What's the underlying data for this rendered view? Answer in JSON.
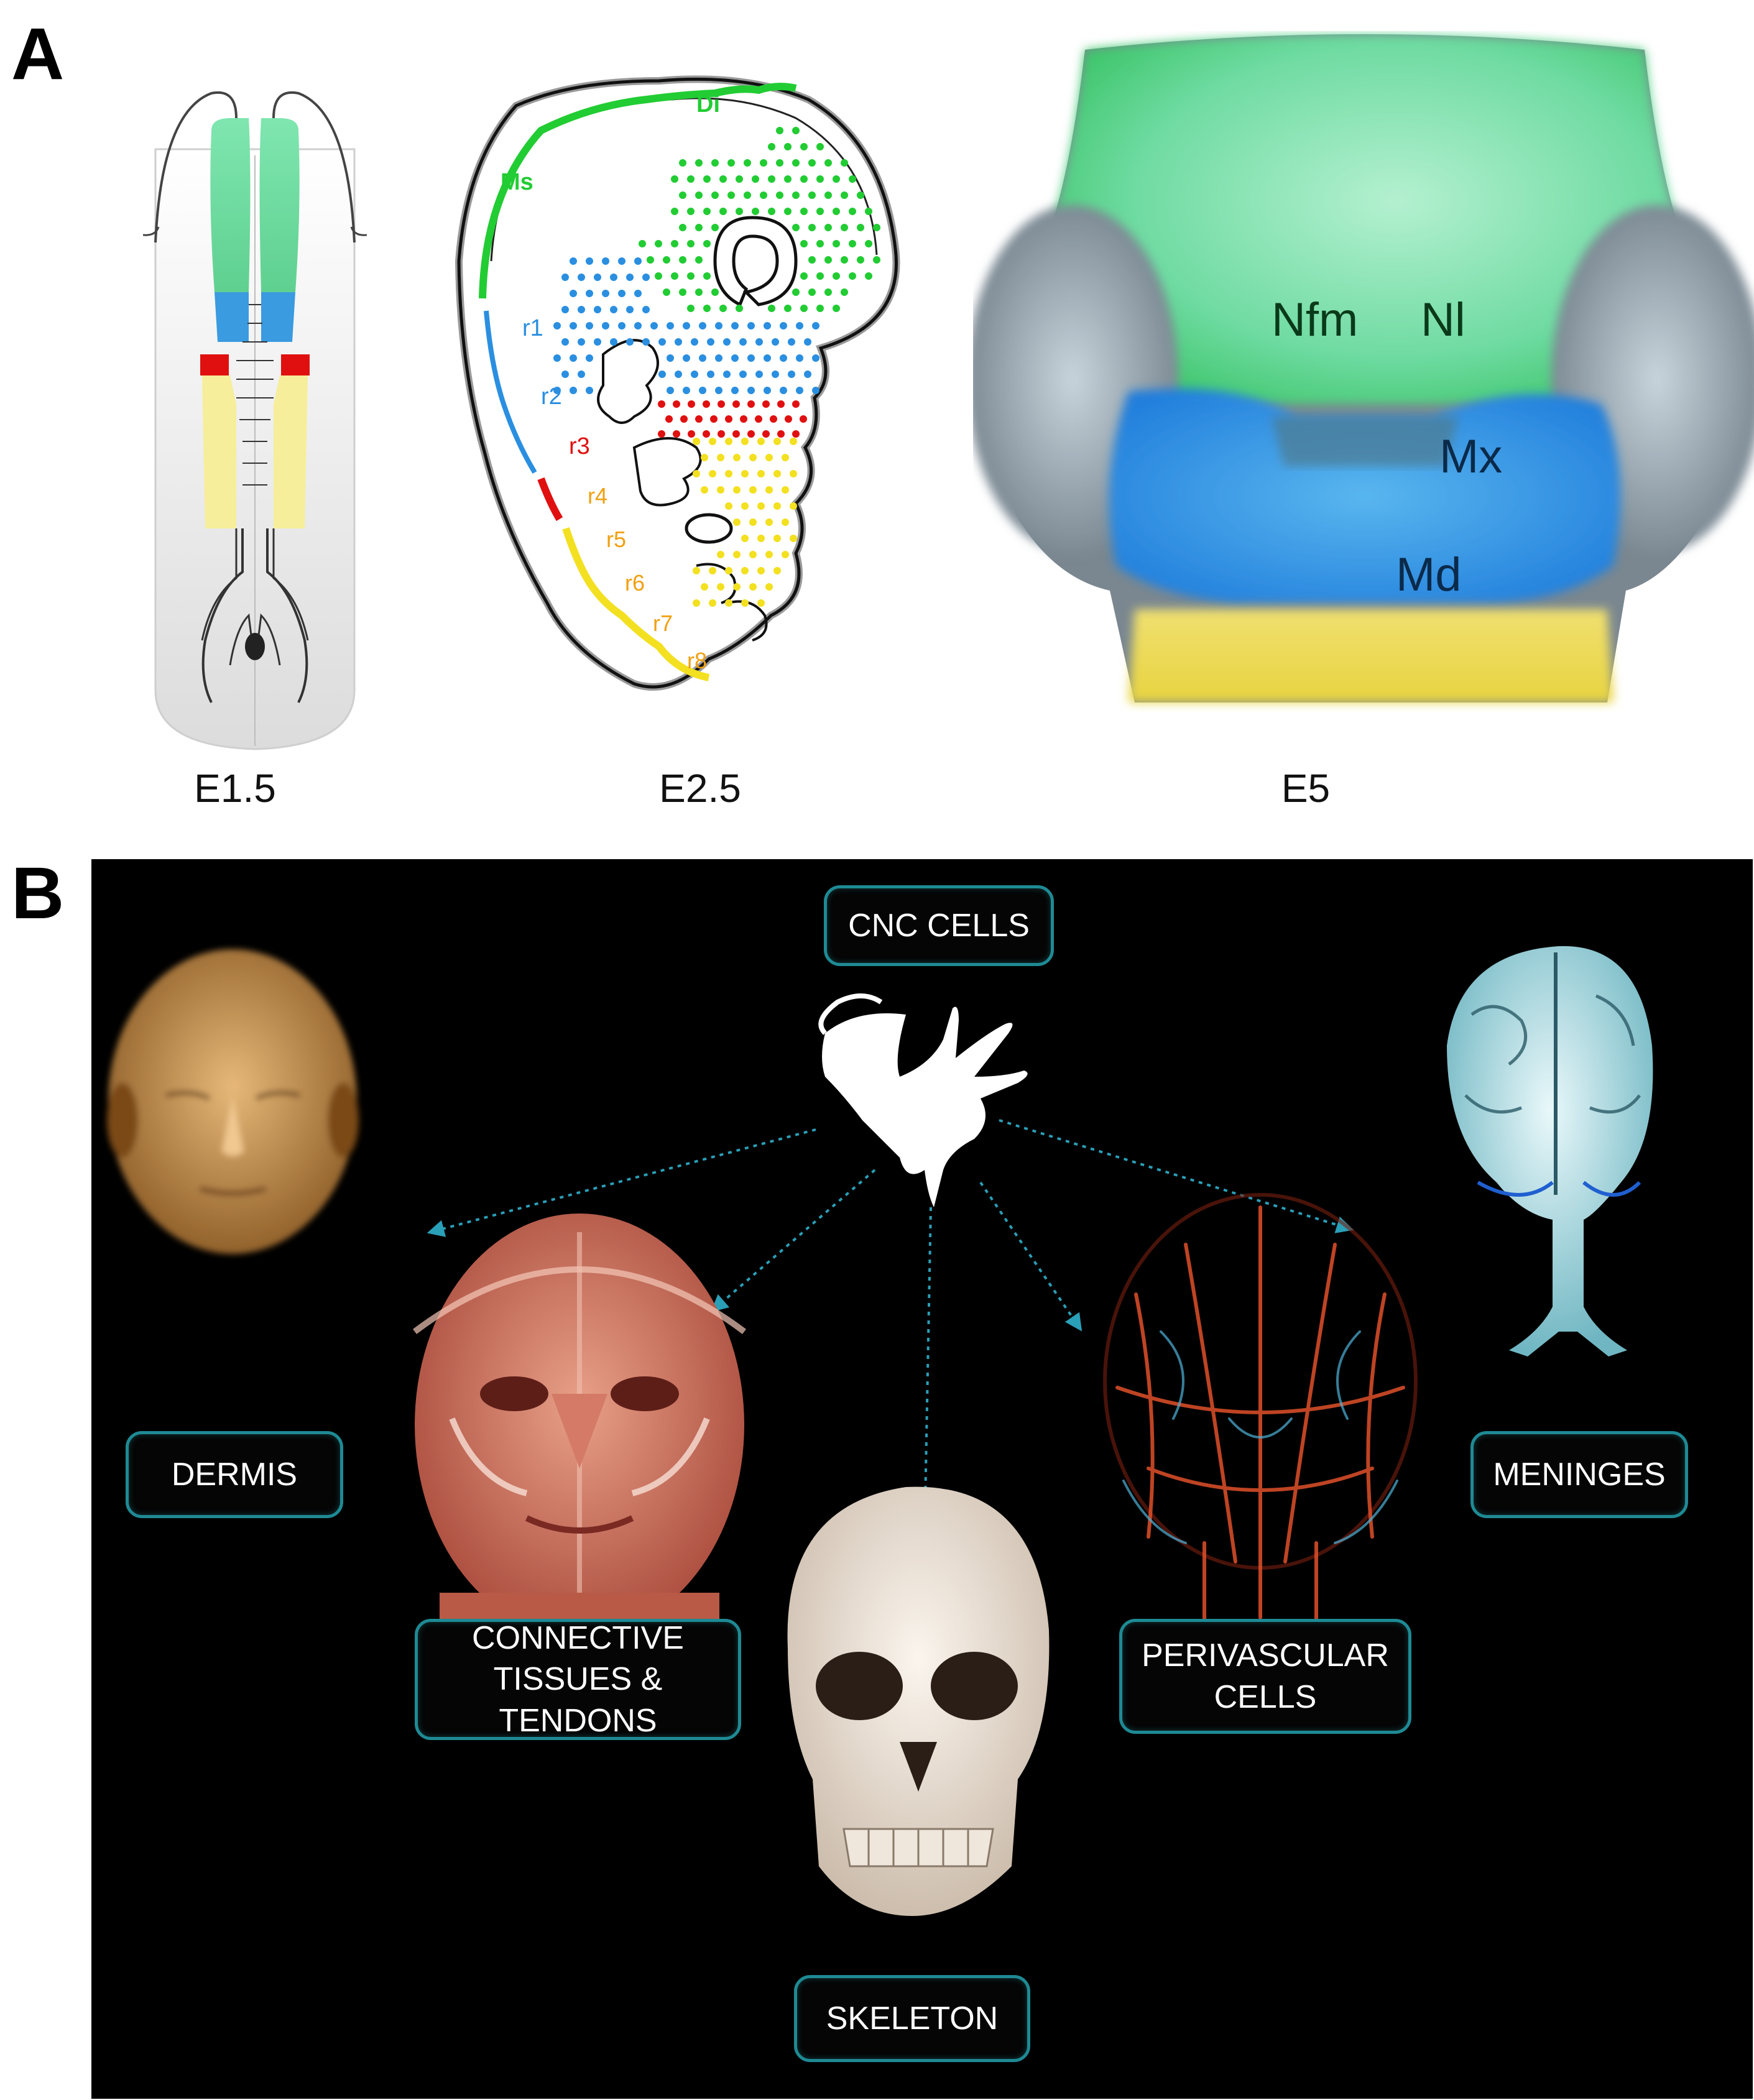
{
  "panel_a": {
    "letter": "A",
    "stages": [
      "E1.5",
      "E2.5",
      "E5"
    ],
    "e25_labels": {
      "di": "Di",
      "ms": "Ms",
      "r1": "r1",
      "r2": "r2",
      "r3": "r3",
      "r4": "r4",
      "r5": "r5",
      "r6": "r6",
      "r7": "r7",
      "r8": "r8"
    },
    "e5_labels": {
      "nfm": "Nfm",
      "nl": "Nl",
      "mx": "Mx",
      "md": "Md"
    },
    "colors": {
      "green": "#22cc33",
      "blue": "#2a8fe0",
      "red": "#e01010",
      "yellow": "#f3e020",
      "orange_label": "#f0a010"
    }
  },
  "panel_b": {
    "letter": "B",
    "source": "CNC CELLS",
    "targets": {
      "dermis": "DERMIS",
      "connective_1": "CONNECTIVE",
      "connective_2": "TISSUES &",
      "connective_3": "TENDONS",
      "skeleton": "SKELETON",
      "perivascular_1": "PERIVASCULAR",
      "perivascular_2": "CELLS",
      "meninges": "MENINGES"
    },
    "colors": {
      "background": "#000000",
      "box_border": "#1e8a94",
      "arrow": "#2a9fb8"
    }
  }
}
